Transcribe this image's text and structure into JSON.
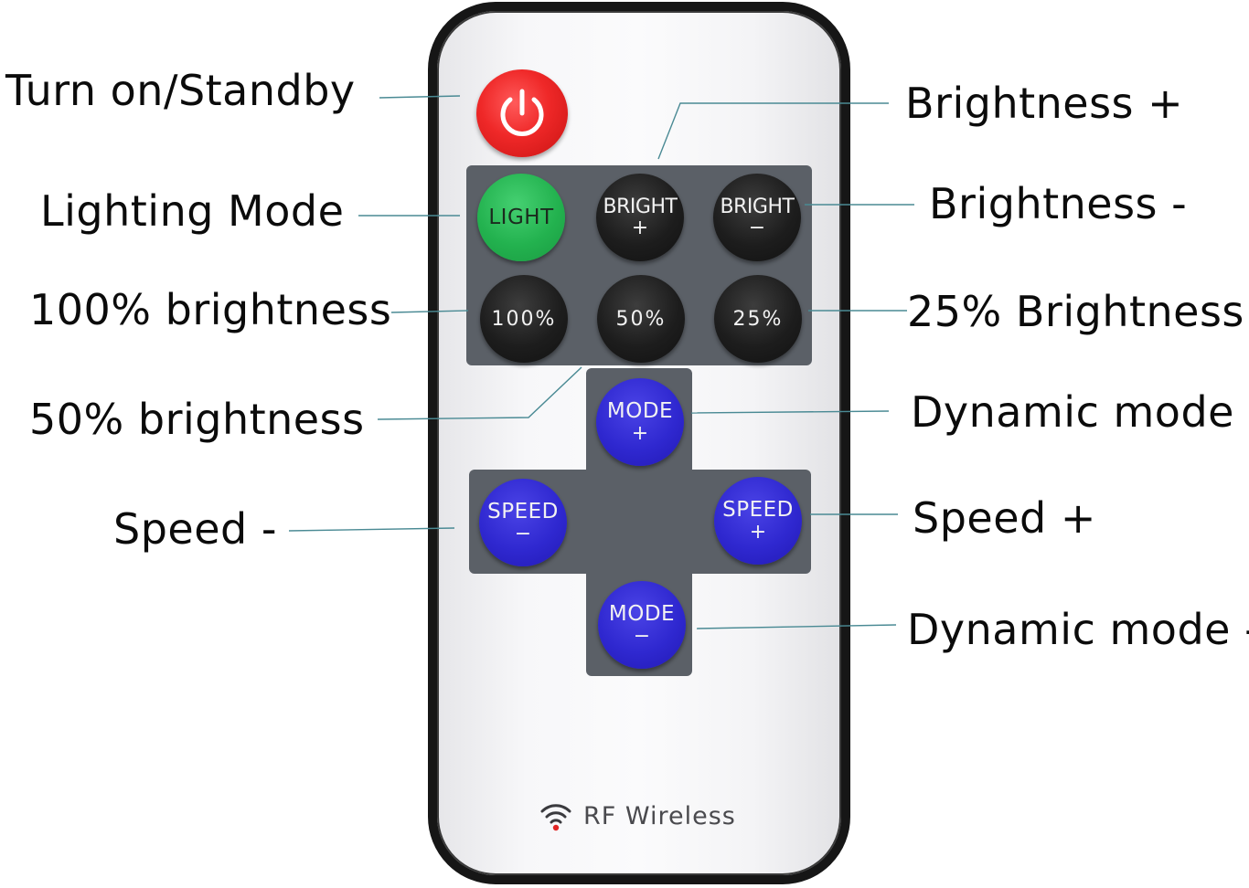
{
  "annotations": {
    "left": [
      "Turn on/Standby",
      "Lighting Mode",
      "100% brightness",
      "50% brightness",
      "Speed -"
    ],
    "right": [
      "Brightness +",
      "Brightness -",
      "25% Brightness",
      "Dynamic mode +",
      "Speed +",
      "Dynamic mode -"
    ]
  },
  "buttons": {
    "power": {
      "icon": "power-icon"
    },
    "light": {
      "line1": "LIGHT"
    },
    "bright_plus": {
      "line1": "BRIGHT",
      "line2": "+"
    },
    "bright_minus": {
      "line1": "BRIGHT",
      "line2": "−"
    },
    "b100": {
      "line1": "100%"
    },
    "b50": {
      "line1": "50%"
    },
    "b25": {
      "line1": "25%"
    },
    "mode_plus": {
      "line1": "MODE",
      "line2": "+"
    },
    "speed_minus": {
      "line1": "SPEED",
      "line2": "−"
    },
    "speed_plus": {
      "line1": "SPEED",
      "line2": "+"
    },
    "mode_minus": {
      "line1": "MODE",
      "line2": "−"
    }
  },
  "footer": {
    "icon": "wifi-icon",
    "text": "RF Wireless"
  },
  "colors": {
    "power": "#ef2828",
    "light": "#23b24f",
    "black_button": "#1d1d1d",
    "blue_button": "#2f28d0",
    "panel": "#5b6067",
    "leader": "#4a8a94"
  }
}
